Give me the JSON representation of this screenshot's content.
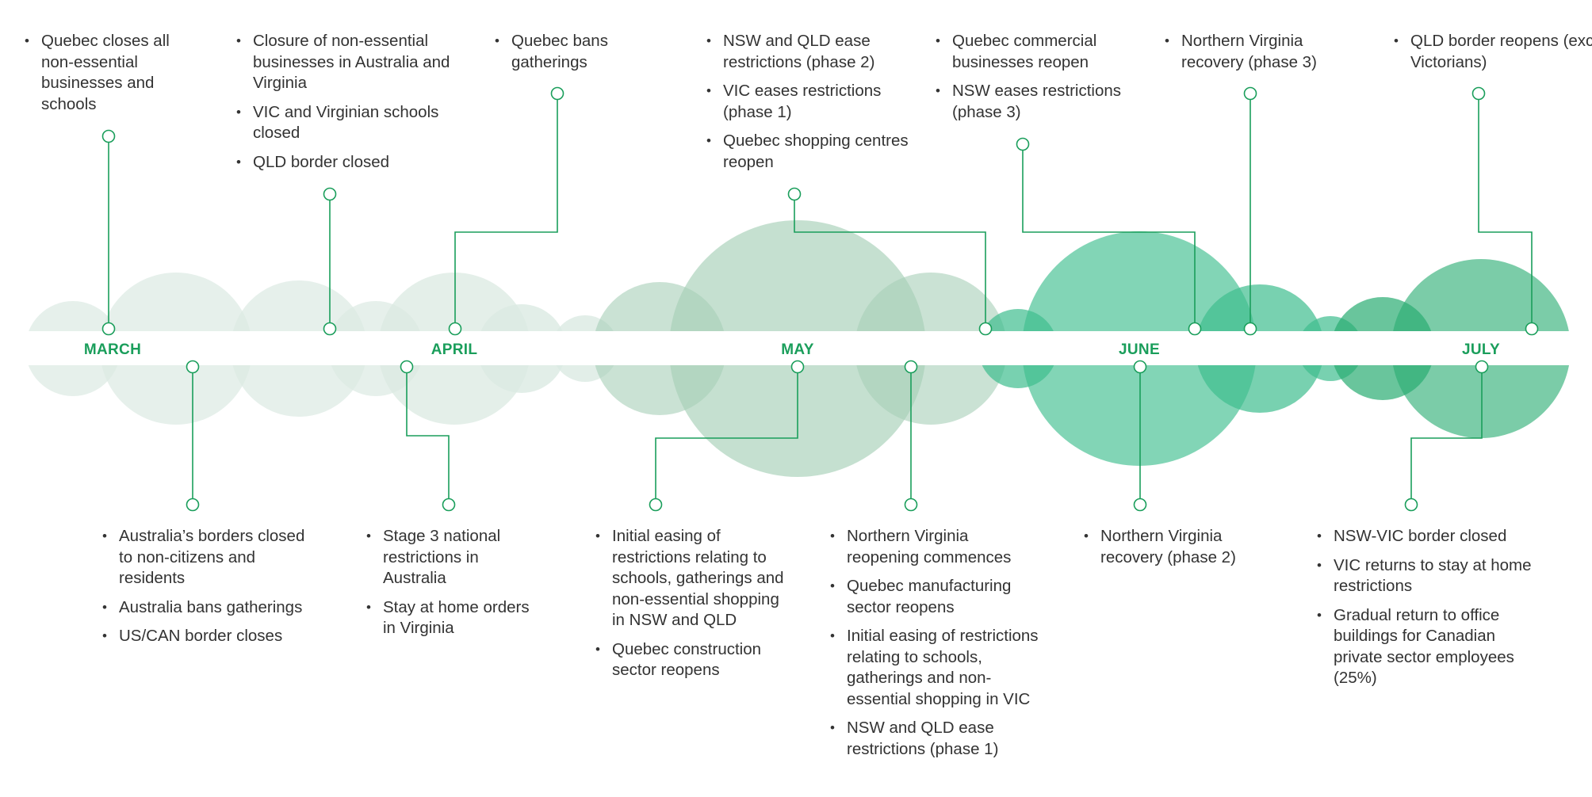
{
  "colors": {
    "accent": "#1a9e5b",
    "bubble_early": "#dbeae2",
    "bubble_mid": "#a6cfb7",
    "bubble_late": "#3fbe8f",
    "bubble_july": "#2aad72"
  },
  "months": [
    "MARCH",
    "APRIL",
    "MAY",
    "JUNE",
    "JULY"
  ],
  "events_above": [
    {
      "items": [
        "Quebec closes all non-essential businesses and schools"
      ]
    },
    {
      "items": [
        "Closure of non-essential businesses in Australia and Virginia",
        "VIC and Virginian schools closed",
        "QLD border closed"
      ]
    },
    {
      "items": [
        "Quebec bans gatherings"
      ]
    },
    {
      "items": [
        "NSW and QLD ease restrictions (phase 2)",
        "VIC eases restrictions (phase 1)",
        "Quebec shopping centres reopen"
      ]
    },
    {
      "items": [
        "Quebec commercial businesses reopen",
        "NSW eases restrictions (phase 3)"
      ]
    },
    {
      "items": [
        "Northern Virginia recovery (phase 3)"
      ]
    },
    {
      "items": [
        "QLD border reopens (excl Victorians)"
      ]
    }
  ],
  "events_below": [
    {
      "items": [
        "Australia’s borders closed to non-citizens and residents",
        "Australia bans gatherings",
        "US/CAN border closes"
      ]
    },
    {
      "items": [
        "Stage 3 national restrictions in Australia",
        "Stay at home orders in Virginia"
      ]
    },
    {
      "items": [
        "Initial easing of restrictions relating to schools, gatherings and non-essential shopping in NSW and QLD",
        "Quebec construction sector reopens"
      ]
    },
    {
      "items": [
        "Northern Virginia reopening commences",
        "Quebec manufacturing sector reopens",
        "Initial easing of restrictions relating to schools, gatherings and non-essential shopping in VIC",
        "NSW and QLD ease restrictions (phase 1)"
      ]
    },
    {
      "items": [
        "Northern Virginia recovery (phase 2)"
      ]
    },
    {
      "items": [
        "NSW-VIC border closed",
        "VIC returns to stay at home restrictions",
        "Gradual return to office buildings for Canadian private sector employees (25%)"
      ]
    }
  ]
}
